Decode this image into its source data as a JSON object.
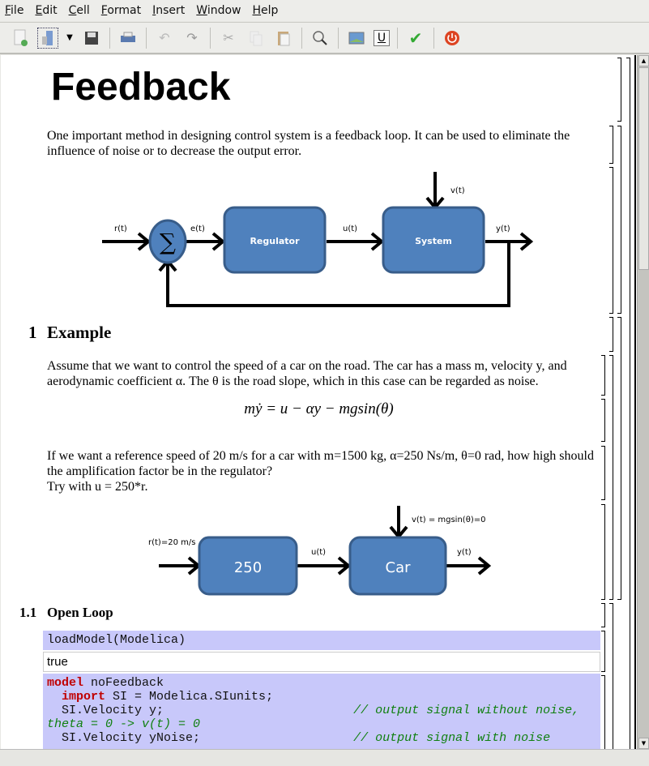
{
  "menu": [
    "File",
    "Edit",
    "Cell",
    "Format",
    "Insert",
    "Window",
    "Help"
  ],
  "toolbar": [
    "new-icon",
    "open-icon",
    "dropdown-icon",
    "save-icon",
    "print-icon",
    "undo-icon",
    "redo-icon",
    "cut-icon",
    "copy-icon",
    "paste-icon",
    "search-icon",
    "image-icon",
    "underline-icon",
    "check-icon",
    "power-icon"
  ],
  "doc": {
    "title": "Feedback",
    "intro": "One important method in designing control system is a feedback loop. It can be used to eliminate the influence of noise or to decrease the output error.",
    "diagram1": {
      "r": "r(t)",
      "e": "e(t)",
      "regulator": "Regulator",
      "u": "u(t)",
      "system": "System",
      "v": "v(t)",
      "y": "y(t)",
      "sum": "∑"
    },
    "section_num": "1",
    "section": "Example",
    "example_text": "Assume that we want to control the speed of a car on the road. The car has a mass m, velocity y, and aerodynamic coefficient α. The θ is the road slope, which in this case can be regarded as noise.",
    "equation": "mẏ = u − αy − mgsin(θ)",
    "question": "If we want a reference speed of 20 m/s for a car with m=1500 kg, α=250 Ns/m, θ=0 rad, how high should the amplification factor be in the regulator?",
    "try": "Try with u = 250*r.",
    "diagram2": {
      "r": "r(t)=20 m/s",
      "gain": "250",
      "u": "u(t)",
      "car": "Car",
      "v": "v(t) = mgsin(θ)=0",
      "y": "y(t)"
    },
    "subsection_num": "1.1",
    "subsection": "Open Loop",
    "input1": "loadModel(Modelica)",
    "output1": "true",
    "code": {
      "kw_model": "model",
      "name": " noFeedback",
      "kw_import": "import",
      "import_rest": " SI = Modelica.SIunits;",
      "line3": "  SI.Velocity y;                          ",
      "comment3": "// output signal without noise, theta = 0 -> v(t) = 0",
      "line4": "  SI.Velocity yNoise;                     ",
      "comment4": "// output signal with noise"
    }
  }
}
